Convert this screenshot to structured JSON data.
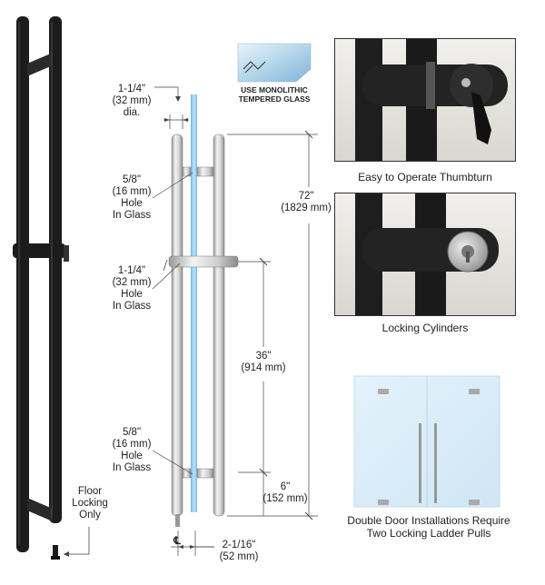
{
  "glass_badge": {
    "line1": "USE MONOLITHIC",
    "line2": "TEMPERED GLASS"
  },
  "dimensions": {
    "top_dia": {
      "imperial": "1-1/4\"",
      "metric": "(32 mm)",
      "note": "dia."
    },
    "hole_upper": {
      "imperial": "5/8\"",
      "metric": "(16 mm)",
      "line3": "Hole",
      "line4": "In Glass"
    },
    "hole_middle": {
      "imperial": "1-1/4\"",
      "metric": "(32 mm)",
      "line3": "Hole",
      "line4": "In Glass"
    },
    "hole_lower": {
      "imperial": "5/8\"",
      "metric": "(16 mm)",
      "line3": "Hole",
      "line4": "In Glass"
    },
    "overall_height": {
      "imperial": "72\"",
      "metric": "(1829 mm)"
    },
    "mid_height": {
      "imperial": "36\"",
      "metric": "(914 mm)"
    },
    "bottom_offset": {
      "imperial": "6\"",
      "metric": "(152 mm)"
    },
    "centerline_offset": {
      "imperial": "2-1/16\"",
      "metric": "(52 mm)",
      "symbol": "℄"
    }
  },
  "floor_lock": {
    "line1": "Floor",
    "line2": "Locking",
    "line3": "Only"
  },
  "photos": {
    "thumbturn": {
      "caption": "Easy to Operate Thumbturn"
    },
    "cylinders": {
      "caption": "Locking Cylinders"
    },
    "double_door": {
      "caption_line1": "Double Door Installations Require",
      "caption_line2": "Two Locking Ladder Pulls"
    }
  },
  "colors": {
    "handle_black": "#1c1c1c",
    "glass_blue": "#8fc8ee",
    "steel": "#d8d8d8",
    "dim_line": "#444444"
  }
}
